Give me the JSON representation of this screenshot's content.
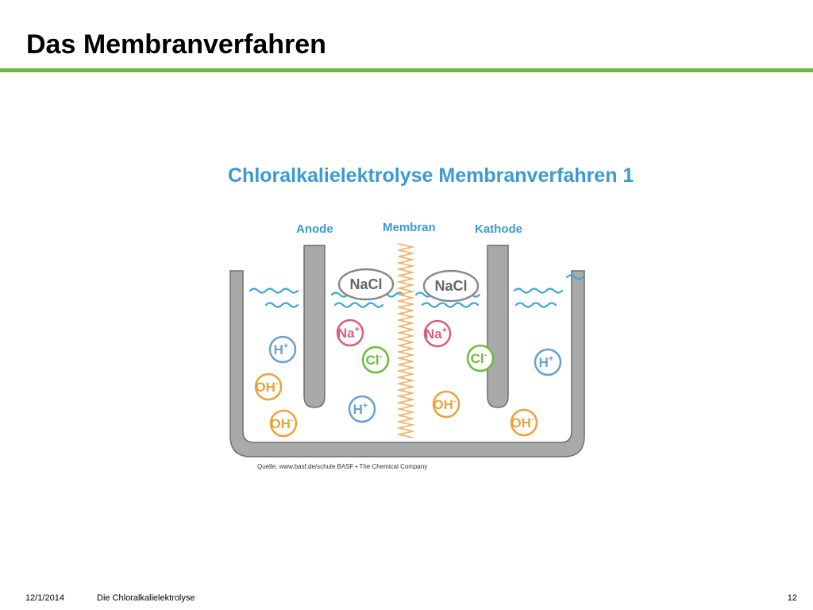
{
  "slide": {
    "title": "Das Membranverfahren"
  },
  "diagram": {
    "title": "Chloralkalielektrolyse Membranverfahren 1",
    "labels": {
      "anode": "Anode",
      "membrane": "Membran",
      "cathode": "Kathode"
    },
    "molecules": {
      "nacl_left": "NaCl",
      "nacl_right": "NaCl"
    },
    "ions": [
      {
        "base": "H",
        "charge": "+"
      },
      {
        "base": "OH",
        "charge": "-"
      },
      {
        "base": "OH",
        "charge": "-"
      },
      {
        "base": "Na",
        "charge": "+"
      },
      {
        "base": "Cl",
        "charge": "-"
      },
      {
        "base": "H",
        "charge": "+"
      },
      {
        "base": "Na",
        "charge": "+"
      },
      {
        "base": "OH",
        "charge": "-"
      },
      {
        "base": "Cl",
        "charge": "-"
      },
      {
        "base": "H",
        "charge": "+"
      },
      {
        "base": "OH",
        "charge": "-"
      }
    ],
    "source": "Quelle: www.basf.de/schule  BASF • The Chemical Company"
  },
  "footer": {
    "date": "12/1/2014",
    "topic": "Die Chloralkalielektrolyse",
    "page": "12"
  },
  "colors": {
    "accent_green": "#6eb43f",
    "diagram_blue": "#3a9ad6",
    "water_blue": "#3aa7d8",
    "tank_gray": "#a9a9a9",
    "tank_outline": "#6e6e6e",
    "na_red": "#d95f7d",
    "cl_green": "#6dbb3a",
    "h_blue": "#6a9fd1",
    "oh_orange": "#e8a43a",
    "nacl_gray": "#888888",
    "membrane_orange": "#f2b56e"
  }
}
